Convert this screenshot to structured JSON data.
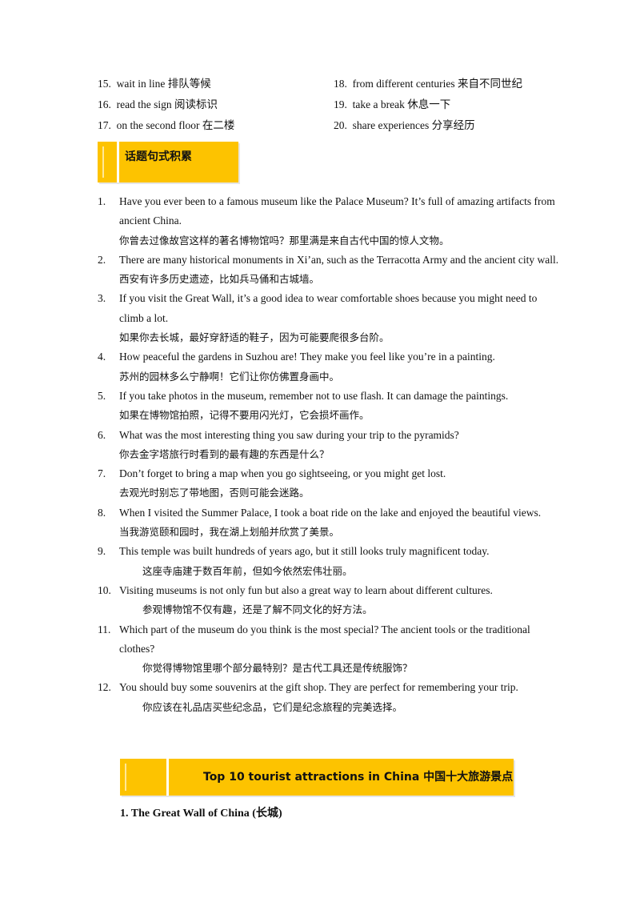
{
  "phrases": [
    {
      "num": "15.",
      "text": "wait in line 排队等候"
    },
    {
      "num": "16.",
      "text": "read the sign 阅读标识"
    },
    {
      "num": "17.",
      "text": "on the second floor 在二楼"
    },
    {
      "num": "18.",
      "text": "from different centuries 来自不同世纪"
    },
    {
      "num": "19.",
      "text": "take a break 休息一下"
    },
    {
      "num": "20.",
      "text": "share experiences 分享经历"
    }
  ],
  "section1": {
    "title": "话题句式积累"
  },
  "sentences": [
    {
      "num": "1.",
      "en": "Have you ever been to a famous museum like the Palace Museum? It’s full of amazing artifacts from ancient China.",
      "zh": "你曾去过像故宫这样的著名博物馆吗？那里满是来自古代中国的惊人文物。"
    },
    {
      "num": "2.",
      "en": "There are many historical monuments in Xi’an, such as the Terracotta Army and the ancient city wall.",
      "zh": "西安有许多历史遗迹，比如兵马俑和古城墙。"
    },
    {
      "num": "3.",
      "en": "If you visit the Great Wall, it’s a good idea to wear comfortable shoes because you might need to climb a lot.",
      "zh": "如果你去长城，最好穿舒适的鞋子，因为可能要爬很多台阶。"
    },
    {
      "num": "4.",
      "en": "How peaceful the gardens in Suzhou are! They make you feel like you’re in a painting.",
      "zh": "苏州的园林多么宁静啊！它们让你仿佛置身画中。"
    },
    {
      "num": "5.",
      "en": "If you take photos in the museum, remember not to use flash. It can damage the paintings.",
      "zh": "如果在博物馆拍照，记得不要用闪光灯，它会损坏画作。"
    },
    {
      "num": "6.",
      "en": "What was the most interesting thing you saw during your trip to the pyramids?",
      "zh": "你去金字塔旅行时看到的最有趣的东西是什么？"
    },
    {
      "num": "7.",
      "en": "Don’t forget to bring a map when you go sightseeing, or you might get lost.",
      "zh": "去观光时别忘了带地图，否则可能会迷路。"
    },
    {
      "num": "8.",
      "en": "When I visited the Summer Palace, I took a boat ride on the lake and enjoyed the beautiful views.",
      "zh": "当我游览颐和园时，我在湖上划船并欣赏了美景。"
    },
    {
      "num": "9.",
      "en": "This temple was built hundreds of years ago, but it still looks truly magnificent today.",
      "zh": "这座寺庙建于数百年前，但如今依然宏伟壮丽。"
    },
    {
      "num": "10.",
      "en": "Visiting museums is not only fun but also a great way to learn about different cultures.",
      "zh": "参观博物馆不仅有趣，还是了解不同文化的好方法。"
    },
    {
      "num": "11.",
      "en": "Which part of the museum do you think is the most special? The ancient tools or the traditional clothes?",
      "zh": "你觉得博物馆里哪个部分最特别？是古代工具还是传统服饰？"
    },
    {
      "num": "12.",
      "en": "You should buy some souvenirs at the gift shop. They are perfect for remembering your trip.",
      "zh": "你应该在礼品店买些纪念品，它们是纪念旅程的完美选择。"
    }
  ],
  "section2": {
    "title": "Top 10 tourist attractions in China  中国十大旅游景点"
  },
  "attraction1": {
    "title": "1.  The Great Wall of China (长城)"
  },
  "colors": {
    "banner": "#fdc300"
  }
}
